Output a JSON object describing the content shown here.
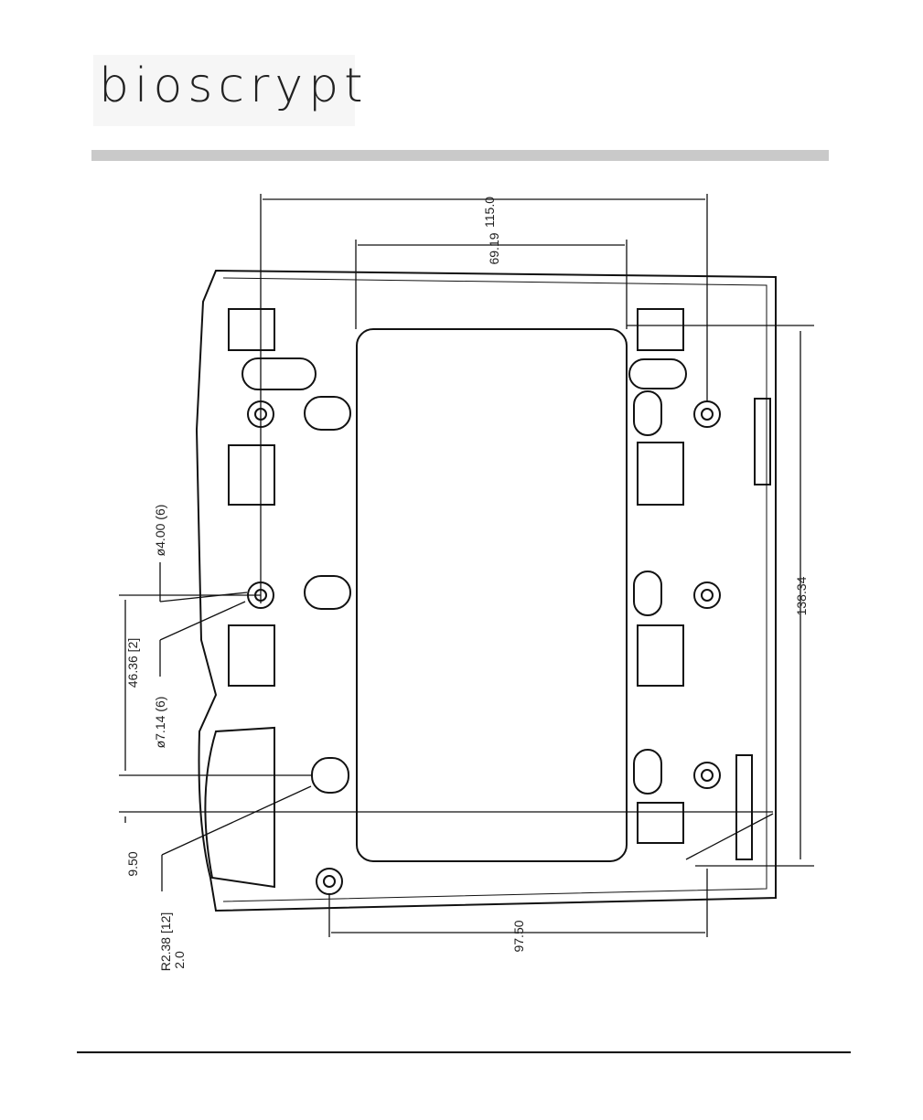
{
  "logo": {
    "text": "bioscrypt"
  },
  "drawing": {
    "dimensions": {
      "overall_width": "115.0",
      "pad_width": "69.19",
      "height": "138.34",
      "hole_diameter": "ø4.00 (6)",
      "counterbore_diameter": "ø7.14 (6)",
      "spacing": "46.36 [2]",
      "edge_offset": "9.50",
      "radius": "R2.38 [12]",
      "radius_depth": "2.0",
      "bottom_width": "97.50"
    }
  }
}
